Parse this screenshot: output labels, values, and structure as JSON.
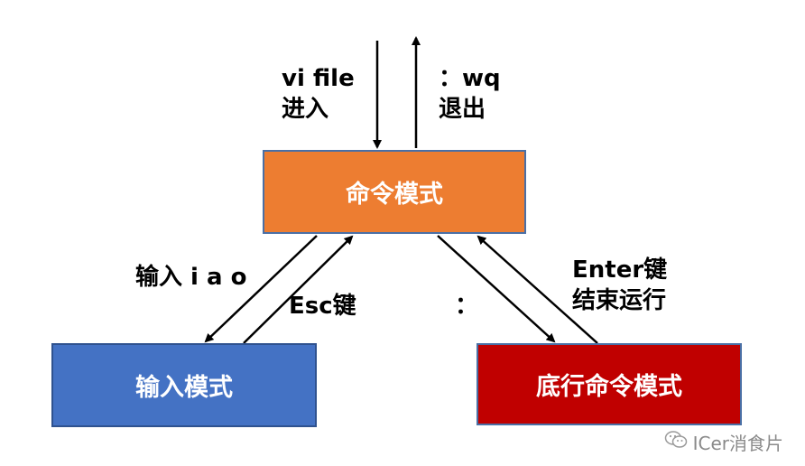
{
  "boxes": {
    "command_mode": "命令模式",
    "insert_mode": "输入模式",
    "last_line_mode": "底行命令模式"
  },
  "labels": {
    "enter_line1": "vi file",
    "enter_line2": "进入",
    "quit_line1": "：wq",
    "quit_line2": "退出",
    "insert_keys": "输入 i a o",
    "esc_key": "Esc键",
    "colon": "：",
    "enter_key_line1": "Enter键",
    "enter_key_line2": "结束运行"
  },
  "watermark": {
    "text": "ICer消食片",
    "icon": "wechat-icon"
  },
  "colors": {
    "command_mode": "#ed7d31",
    "insert_mode": "#4472c4",
    "last_line_mode": "#c00000"
  }
}
